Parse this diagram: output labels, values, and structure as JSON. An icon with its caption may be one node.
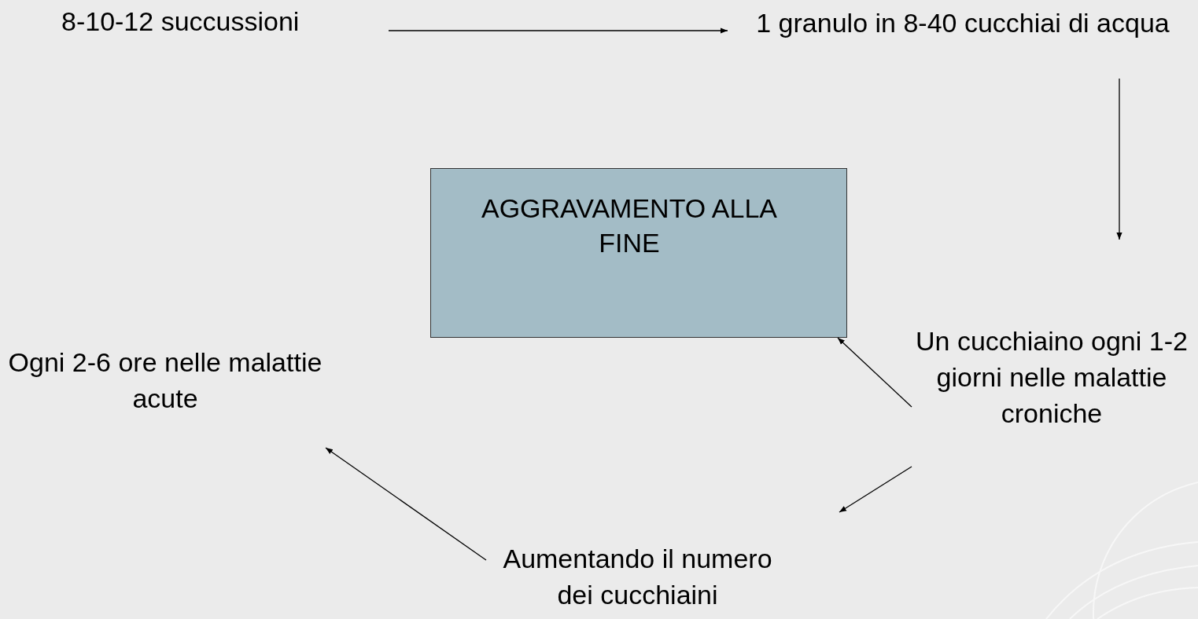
{
  "diagram": {
    "nodes": [
      {
        "text": [
          "8-10-12 succussioni"
        ]
      },
      {
        "text": [
          "1 granulo in 8-40 cucchiai di acqua"
        ]
      },
      {
        "text": [
          "AGGRAVAMENTO ALLA FINE"
        ]
      },
      {
        "text": [
          "Un cucchiaino ogni 1-2 giorni nelle malattie croniche"
        ]
      },
      {
        "text": [
          "Ogni 2-6 ore nelle malattie acute"
        ]
      },
      {
        "text": [
          "Aumentando il numero dei cucchiaini"
        ]
      }
    ],
    "edges": [
      {
        "from": 0,
        "to": 1,
        "arrow": "to"
      },
      {
        "from": 1,
        "to": 3,
        "arrow": "to"
      },
      {
        "from": 3,
        "to": 2,
        "arrow": "to"
      },
      {
        "from": 3,
        "to": 5,
        "arrow": "to"
      },
      {
        "from": 5,
        "to": 4,
        "arrow": "to"
      }
    ]
  }
}
